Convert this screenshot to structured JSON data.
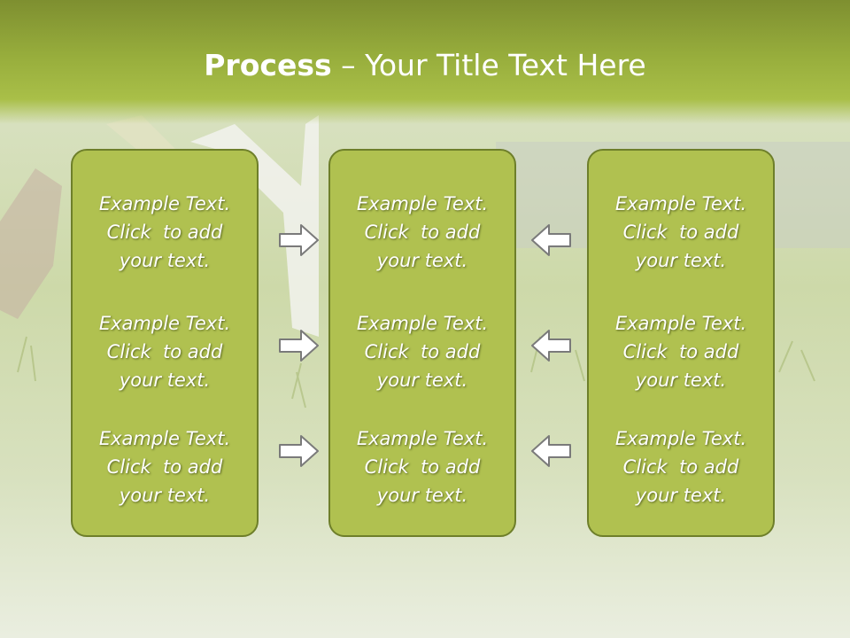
{
  "title": {
    "bold": "Process",
    "rest": " – Your Title Text Here"
  },
  "columns": [
    {
      "items": [
        "Example Text.\nClick  to add\nyour text.",
        "Example Text.\nClick  to add\nyour text.",
        "Example Text.\nClick  to add\nyour text."
      ]
    },
    {
      "items": [
        "Example Text.\nClick  to add\nyour text.",
        "Example Text.\nClick  to add\nyour text.",
        "Example Text.\nClick  to add\nyour text."
      ]
    },
    {
      "items": [
        "Example Text.\nClick  to add\nyour text.",
        "Example Text.\nClick  to add\nyour text.",
        "Example Text.\nClick  to add\nyour text."
      ]
    }
  ],
  "arrows": {
    "left_column": "arrow-right-icon",
    "right_column": "arrow-left-icon"
  },
  "colors": {
    "panel_fill": "#b0c150",
    "panel_border": "#6e7f2a",
    "title_bar": "#a9bf48",
    "text": "#ffffff"
  }
}
